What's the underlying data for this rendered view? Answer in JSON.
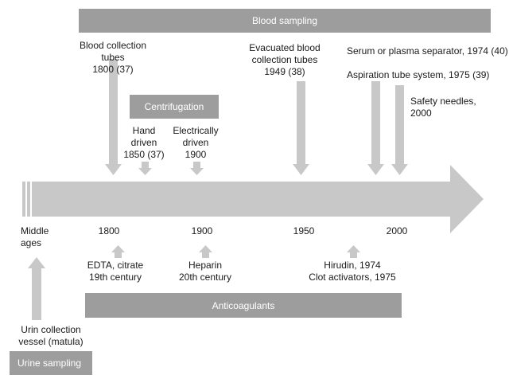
{
  "bands": {
    "blood_sampling": "Blood sampling",
    "centrifugation": "Centrifugation",
    "anticoagulants": "Anticoagulants",
    "urine_sampling": "Urine sampling"
  },
  "timeline": {
    "start_label": [
      "Middle",
      "ages"
    ],
    "years": [
      "1800",
      "1900",
      "1950",
      "2000"
    ]
  },
  "events_above": {
    "blood_collection_tubes": [
      "Blood collection",
      "tubes",
      "1800 (37)"
    ],
    "hand_driven": [
      "Hand",
      "driven",
      "1850 (37)"
    ],
    "electrically_driven": [
      "Electrically",
      "driven",
      "1900"
    ],
    "evacuated_tubes": [
      "Evacuated blood",
      "collection tubes",
      "1949 (38)"
    ],
    "serum_separator": "Serum or plasma  separator, 1974 (40)",
    "aspiration_tube": "Aspiration tube  system, 1975 (39)",
    "safety_needles": [
      "Safety needles,",
      "2000"
    ]
  },
  "events_below": {
    "edta": [
      "EDTA, citrate",
      "19th century"
    ],
    "heparin": [
      "Heparin",
      "20th century"
    ],
    "hirudin": [
      "Hirudin, 1974",
      "Clot activators, 1975"
    ],
    "urin_vessel": [
      "Urin collection",
      "vessel (matula)"
    ]
  },
  "colors": {
    "band": "#9d9d9d",
    "arrow": "#c8c8c8",
    "text": "#1a1a1a"
  }
}
